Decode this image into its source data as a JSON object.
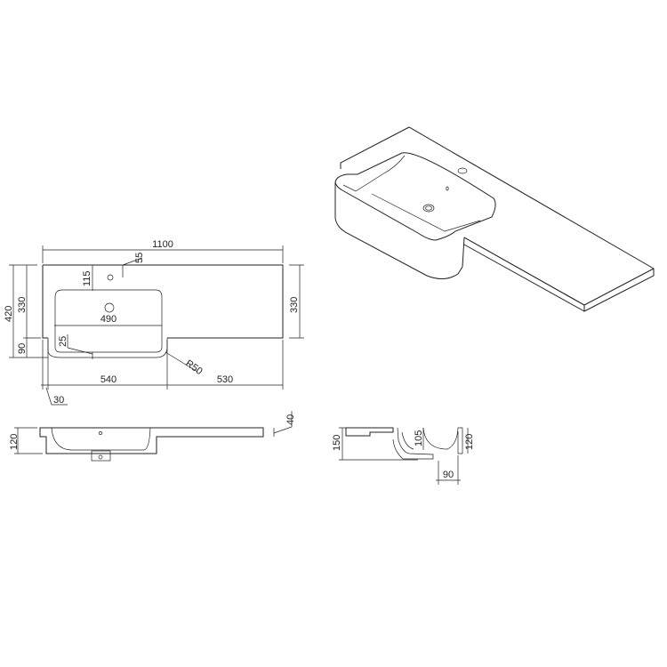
{
  "drawing": {
    "plan_view": {
      "overall_width": "1100",
      "tap_hole_offset": "55",
      "tap_hole_to_bowl": "115",
      "overall_depth": "420",
      "counter_depth_left": "330",
      "counter_depth_right": "330",
      "bowl_projection": "90",
      "bowl_width": "490",
      "bowl_rim": "25",
      "corner_radius": "R50",
      "bowl_section_width": "540",
      "counter_section_width": "530",
      "edge_offset": "30"
    },
    "front_elevation": {
      "height": "120",
      "counter_thickness": "40"
    },
    "side_elevation": {
      "total_height": "150",
      "bowl_depth": "105",
      "front_height": "120",
      "waste_offset": "90"
    }
  }
}
